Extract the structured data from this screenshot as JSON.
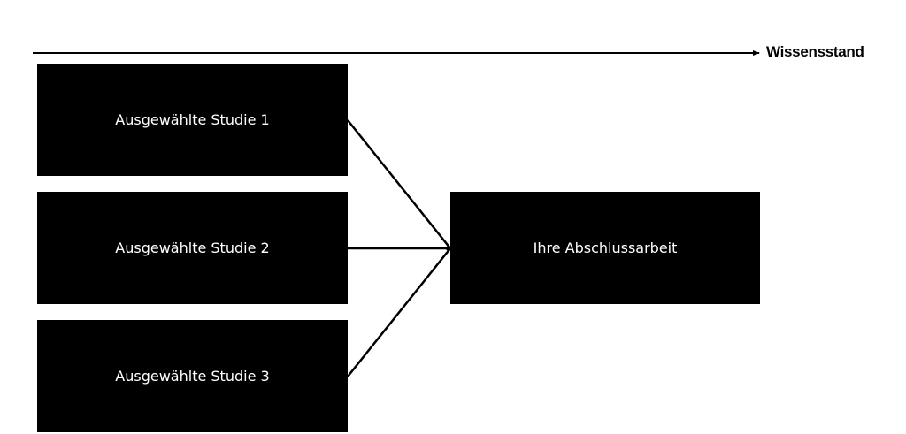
{
  "axis": {
    "label": "Wissensstand"
  },
  "studies": [
    {
      "label": "Ausgewählte Studie 1"
    },
    {
      "label": "Ausgewählte Studie 2"
    },
    {
      "label": "Ausgewählte Studie 3"
    }
  ],
  "thesis": {
    "label": "Ihre Abschlussarbeit"
  },
  "colors": {
    "box_fill": "#000000",
    "box_text": "#ffffff",
    "line": "#000000"
  }
}
